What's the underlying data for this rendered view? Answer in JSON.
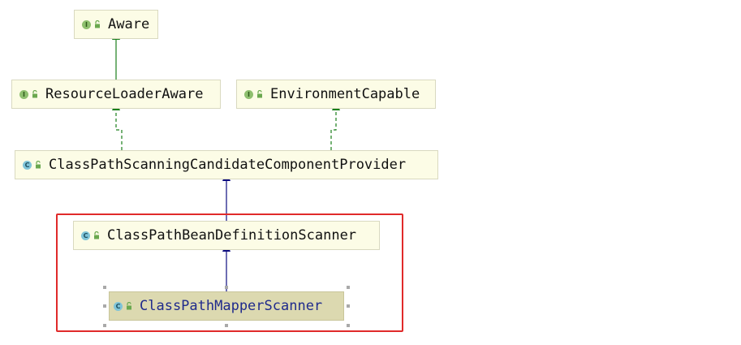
{
  "nodes": {
    "aware": {
      "label": "Aware",
      "kind": "interface",
      "badge": "I"
    },
    "resource_loader_aware": {
      "label": "ResourceLoaderAware",
      "kind": "interface",
      "badge": "I"
    },
    "environment_capable": {
      "label": "EnvironmentCapable",
      "kind": "interface",
      "badge": "I"
    },
    "candidate_component_provider": {
      "label": "ClassPathScanningCandidateComponentProvider",
      "kind": "class",
      "badge": "C"
    },
    "bean_definition_scanner": {
      "label": "ClassPathBeanDefinitionScanner",
      "kind": "class",
      "badge": "C"
    },
    "mapper_scanner": {
      "label": "ClassPathMapperScanner",
      "kind": "class",
      "badge": "C",
      "selected": true
    }
  },
  "edges": [
    {
      "from": "resource_loader_aware",
      "to": "aware",
      "type": "extends-interface",
      "style": "solid",
      "color": "#1a7f1a"
    },
    {
      "from": "candidate_component_provider",
      "to": "resource_loader_aware",
      "type": "implements",
      "style": "dashed",
      "color": "#1a7f1a"
    },
    {
      "from": "candidate_component_provider",
      "to": "environment_capable",
      "type": "implements",
      "style": "dashed",
      "color": "#1a7f1a"
    },
    {
      "from": "bean_definition_scanner",
      "to": "candidate_component_provider",
      "type": "extends",
      "style": "solid",
      "color": "#0c0c80"
    },
    {
      "from": "mapper_scanner",
      "to": "bean_definition_scanner",
      "type": "extends",
      "style": "solid",
      "color": "#0c0c80"
    }
  ],
  "highlight": {
    "color": "#e02a2a"
  }
}
